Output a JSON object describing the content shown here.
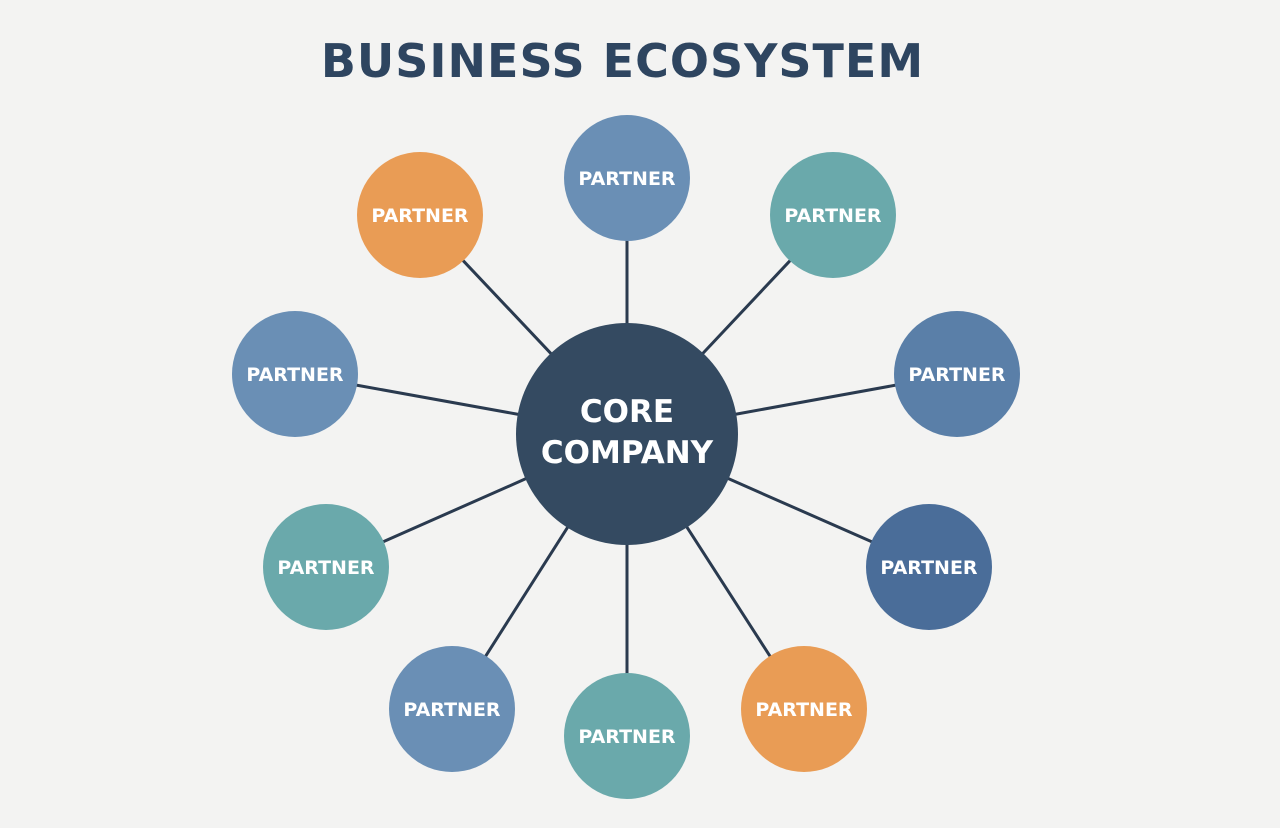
{
  "title": "BUSINESS ECOSYSTEM",
  "center": {
    "label_line1": "CORE",
    "label_line2": "COMPANY",
    "color": "#344a61"
  },
  "line_color": "#2a3a4f",
  "partners": [
    {
      "label": "PARTNER",
      "color": "#6a8fb5"
    },
    {
      "label": "PARTNER",
      "color": "#6aa9ab"
    },
    {
      "label": "PARTNER",
      "color": "#5a7fa8"
    },
    {
      "label": "PARTNER",
      "color": "#4a6d99"
    },
    {
      "label": "PARTNER",
      "color": "#e99c55"
    },
    {
      "label": "PARTNER",
      "color": "#6aa9ab"
    },
    {
      "label": "PARTNER",
      "color": "#6a8fb5"
    },
    {
      "label": "PARTNER",
      "color": "#6aa9ab"
    },
    {
      "label": "PARTNER",
      "color": "#6a8fb5"
    },
    {
      "label": "PARTNER",
      "color": "#e99c55"
    }
  ]
}
